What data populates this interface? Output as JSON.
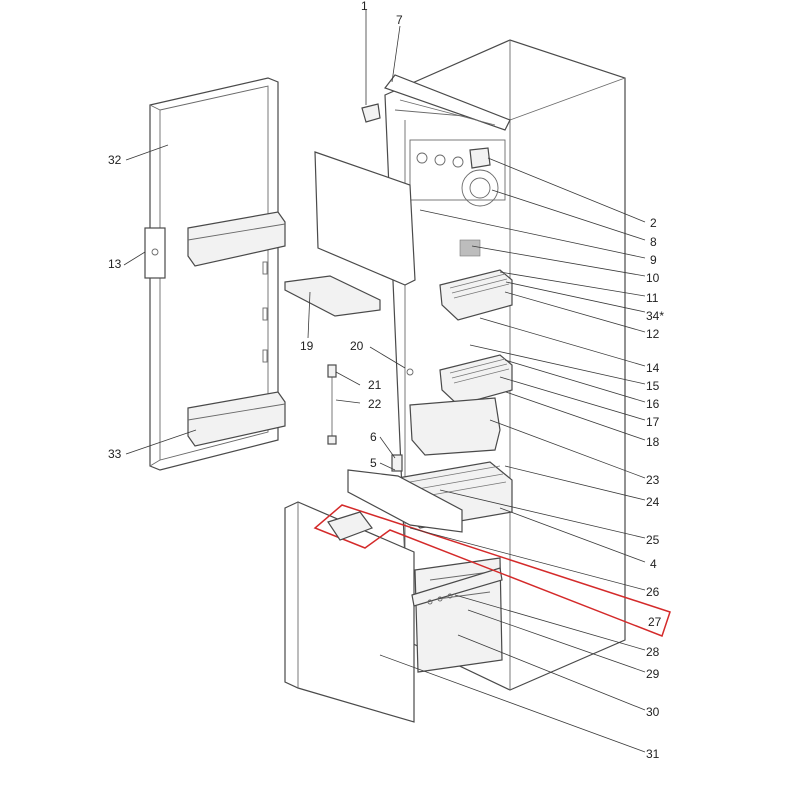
{
  "highlight_color": "#d42a2a",
  "callouts": {
    "c1": "1",
    "c7": "7",
    "c32": "32",
    "c13": "13",
    "c33": "33",
    "c19": "19",
    "c20": "20",
    "c21": "21",
    "c22": "22",
    "c6": "6",
    "c5": "5",
    "c2": "2",
    "c8": "8",
    "c9": "9",
    "c10": "10",
    "c11": "11",
    "c34": "34*",
    "c12": "12",
    "c14": "14",
    "c15": "15",
    "c16": "16",
    "c17": "17",
    "c18": "18",
    "c23": "23",
    "c24": "24",
    "c25": "25",
    "c4": "4",
    "c26": "26",
    "c27": "27",
    "c28": "28",
    "c29": "29",
    "c30": "30",
    "c31": "31"
  }
}
